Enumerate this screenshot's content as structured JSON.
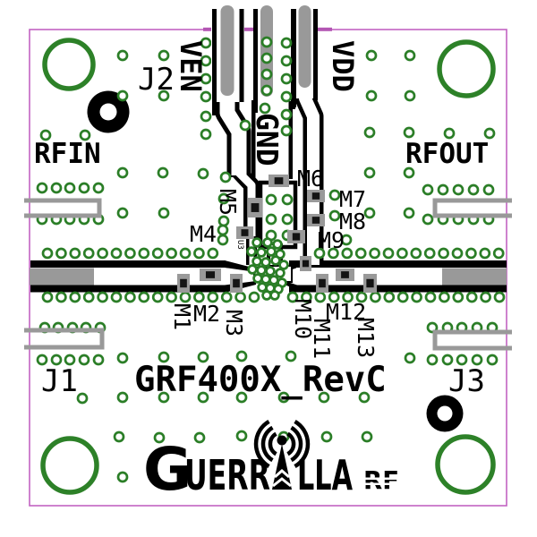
{
  "board": {
    "title": "GRF400X_RevC",
    "revision": "RevC",
    "text": {
      "j1": "J1",
      "j2": "J2",
      "j3": "J3",
      "ven": "VEN",
      "vdd": "VDD",
      "gnd": "GND",
      "rfin": "RFIN",
      "rfout": "RFOUT",
      "m1": "M1",
      "m2": "M2",
      "m3": "M3",
      "m4": "M4",
      "m5": "M5",
      "m6": "M6",
      "m7": "M7",
      "m8": "M8",
      "m9": "M9",
      "m10": "M10",
      "m11": "M11",
      "m12": "M12",
      "m13": "M13",
      "u3": "U3",
      "title": "GRF400X_RevC",
      "brand_g": "G",
      "brand_uerr": "UERR",
      "brand_lla": "LLA",
      "brand_rf": "RF"
    },
    "colors": {
      "background": "#ffffff",
      "board_outline": "#c263c2",
      "connector_courtyard": "#b356b3",
      "silkscreen": "#000000",
      "via_ring": "#2b7e27",
      "mount_hole_ring": "#2d8128",
      "pad_gray": "#999999",
      "pad_center": "#141414"
    }
  }
}
